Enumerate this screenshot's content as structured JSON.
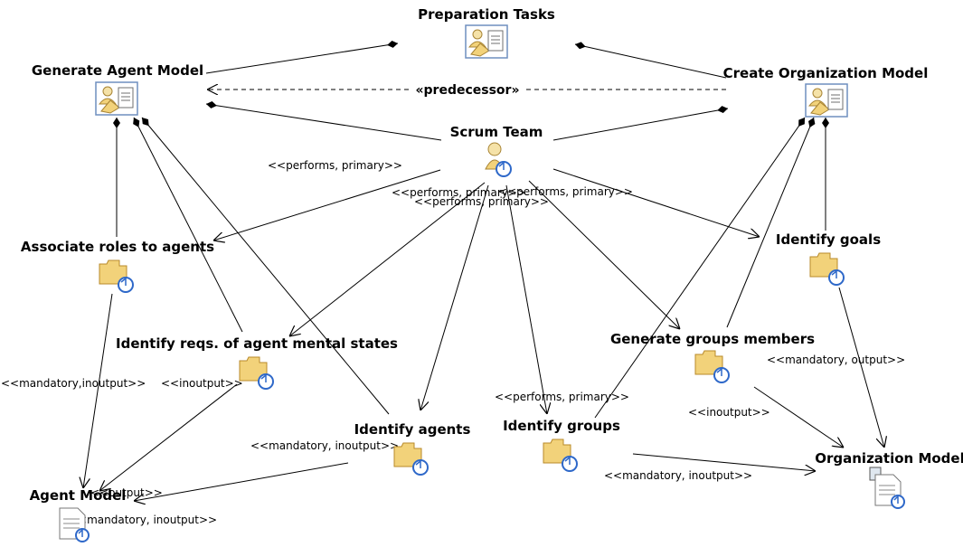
{
  "nodes": {
    "prep_tasks": {
      "label": "Preparation Tasks",
      "kind": "tasks-package",
      "icon": "phase-icon"
    },
    "gen_agent_model": {
      "label": "Generate Agent Model",
      "kind": "activity",
      "icon": "phase-icon"
    },
    "create_org_model": {
      "label": "Create Organization Model",
      "kind": "activity",
      "icon": "phase-icon"
    },
    "scrum_team": {
      "label": "Scrum Team",
      "kind": "role",
      "icon": "role-icon"
    },
    "assoc_roles": {
      "label": "Associate roles to agents",
      "kind": "task",
      "icon": "task-icon"
    },
    "identify_goals": {
      "label": "Identify goals",
      "kind": "task",
      "icon": "task-icon"
    },
    "identify_reqs": {
      "label": "Identify reqs. of agent mental states",
      "kind": "task",
      "icon": "task-icon"
    },
    "gen_groups_members": {
      "label": "Generate groups members",
      "kind": "task",
      "icon": "task-icon"
    },
    "identify_agents": {
      "label": "Identify agents",
      "kind": "task",
      "icon": "task-icon"
    },
    "identify_groups": {
      "label": "Identify groups",
      "kind": "task",
      "icon": "task-icon"
    },
    "agent_model": {
      "label": "Agent Model",
      "kind": "work-product",
      "icon": "document-icon"
    },
    "org_model": {
      "label": "Organization Model",
      "kind": "work-product",
      "icon": "document-icon"
    }
  },
  "edge_labels": {
    "predecessor": "«predecessor»",
    "performs_primary_1": "<<performs, primary>>",
    "performs_primary_2": "<<performs, primary>>",
    "performs_primary_3": "<<performs, primary>>",
    "performs_primary_4": "<<performs, primary>>",
    "performs_primary_5": "<<performs, primary>>",
    "mandatory_inoutput_reqs": "<<mandatory,inoutput>>",
    "inoutput_reqs": "<<inoutput>>",
    "mandatory_output_goals": "<<mandatory, output>>",
    "inoutput_gen_groups": "<<inoutput>>",
    "mandatory_inoutput_agents": "<<mandatory, inoutput>>",
    "mandatory_inoutput_groups": "<<mandatory, inoutput>>",
    "output_agent_model": "<<output>>",
    "mandatory_inoutput_agent_model": "<<mandatory, inoutput>>"
  },
  "colors": {
    "line": "#000000",
    "icon_fill": "#f2d27a",
    "icon_stroke": "#b88a2a",
    "cycle_blue": "#2e68c9",
    "doc_bg": "#ffffff",
    "frame_blue": "#6f8fbf"
  }
}
